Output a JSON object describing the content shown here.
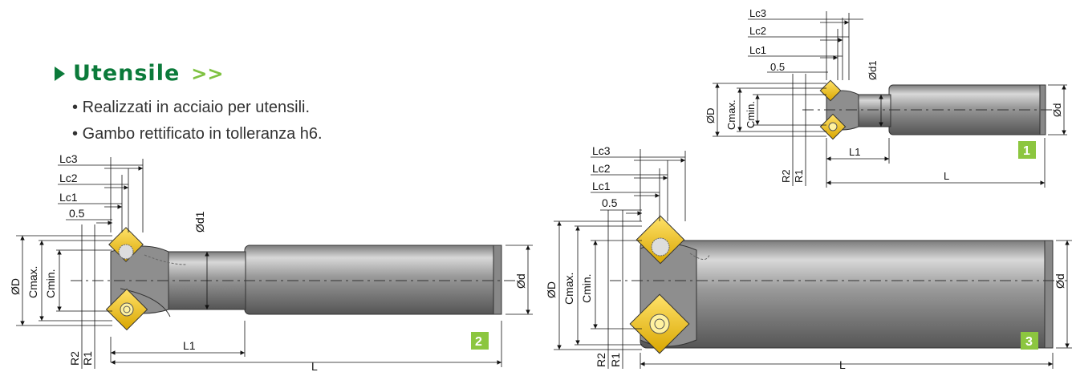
{
  "section": {
    "title": "Utensile",
    "arrows": ">>",
    "bullets": [
      "Realizzati in acciaio per utensili.",
      "Gambo rettificato in tolleranza h6."
    ]
  },
  "figures": [
    {
      "badge": "1",
      "labels": {
        "lc3": "Lc3",
        "lc2": "Lc2",
        "lc1": "Lc1",
        "half": "0.5",
        "d1": "Ød1",
        "D": "ØD",
        "cmax": "Cmax.",
        "cmin": "Cmin.",
        "d": "Ød",
        "l1": "L1",
        "r2": "R2",
        "r1": "R1",
        "l": "L"
      }
    },
    {
      "badge": "2",
      "labels": {
        "lc3": "Lc3",
        "lc2": "Lc2",
        "lc1": "Lc1",
        "half": "0.5",
        "d1": "Ød1",
        "D": "ØD",
        "cmax": "Cmax.",
        "cmin": "Cmin.",
        "d": "Ød",
        "l1": "L1",
        "r2": "R2",
        "r1": "R1",
        "l": "L"
      }
    },
    {
      "badge": "3",
      "labels": {
        "lc3": "Lc3",
        "lc2": "Lc2",
        "lc1": "Lc1",
        "half": "0.5",
        "D": "ØD",
        "cmax": "Cmax.",
        "cmin": "Cmin.",
        "d": "Ød",
        "r2": "R2",
        "r1": "R1",
        "l": "L"
      }
    }
  ],
  "colors": {
    "title": "#0b7a3a",
    "arrows": "#7fc242",
    "badge": "#8cc63f",
    "insert": "#f2c200"
  }
}
